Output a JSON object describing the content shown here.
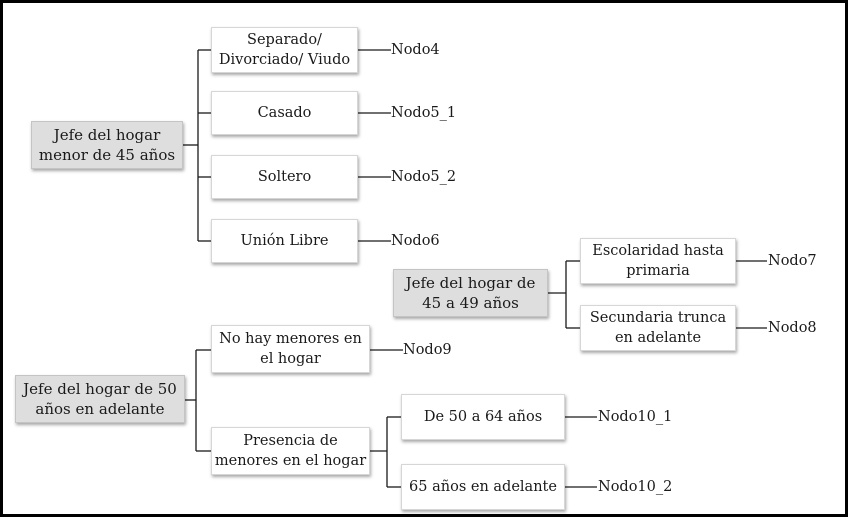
{
  "root_1": {
    "label": "Jefe del hogar\nmenor de 45 años"
  },
  "root_1_children": [
    {
      "label": "Separado/\nDivorciado/ Viudo",
      "node": "Nodo4"
    },
    {
      "label": "Casado",
      "node": "Nodo5_1"
    },
    {
      "label": "Soltero",
      "node": "Nodo5_2"
    },
    {
      "label": "Unión Libre",
      "node": "Nodo6"
    }
  ],
  "root_2": {
    "label": "Jefe del hogar de\n45 a 49 años"
  },
  "root_2_children": [
    {
      "label": "Escolaridad hasta\nprimaria",
      "node": "Nodo7"
    },
    {
      "label": "Secundaria trunca\nen adelante",
      "node": "Nodo8"
    }
  ],
  "root_3": {
    "label": "Jefe del hogar de 50\naños en adelante"
  },
  "root_3_children": [
    {
      "label": "No hay menores en\nel hogar",
      "node": "Nodo9"
    },
    {
      "label": "Presencia de\nmenores en el hogar"
    }
  ],
  "sub_children": [
    {
      "label": "De 50 a 64 años",
      "node": "Nodo10_1"
    },
    {
      "label": "65 años en adelante",
      "node": "Nodo10_2"
    }
  ],
  "colors": {
    "root_fill": "#dedede",
    "box_fill": "#ffffff",
    "line": "#1a1a1a",
    "frame": "#000000"
  }
}
